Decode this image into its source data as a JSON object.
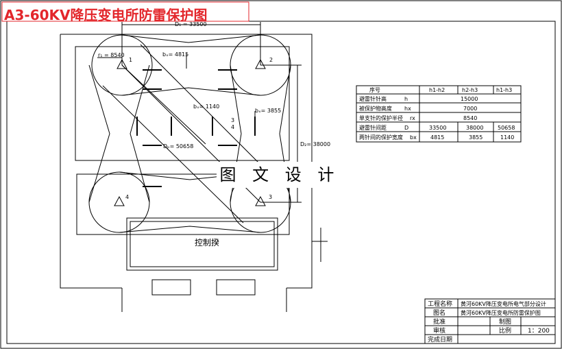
{
  "title": "A3-60KV降压变电所防雷保护图",
  "watermark": "图 文 设 计",
  "plan": {
    "dim_top": "D₁ = 33500",
    "dim_right": "D₂= 38000",
    "r1": "r₁ = 8540",
    "bx12": "bₓ= 4815",
    "bx14": "bₓ= 1140",
    "bx23": "bₓ= 3855",
    "d_diag": "Dₚ= 50658",
    "center_label_a": "3",
    "center_label_b": "4",
    "rod_labels": [
      "1",
      "2",
      "3",
      "4"
    ],
    "building": "控制揆"
  },
  "param_table": {
    "headers": [
      "序号",
      "h1-h2",
      "h2-h3",
      "h1-h3"
    ],
    "rows": [
      {
        "label": "避雷针针高",
        "unit": "h",
        "values": [
          "15000"
        ]
      },
      {
        "label": "被保护物高度",
        "unit": "hx",
        "values": [
          "7000"
        ]
      },
      {
        "label": "单支针的保护半径",
        "unit": "rx",
        "values": [
          "8540"
        ]
      },
      {
        "label": "避雷针间距",
        "unit": "D",
        "values": [
          "33500",
          "38000",
          "50658"
        ]
      },
      {
        "label": "两针间的保护宽度",
        "unit": "bx",
        "values": [
          "4815",
          "3855",
          "1140"
        ]
      }
    ]
  },
  "title_block": {
    "project_label": "工程名称",
    "project_value": "黄河60KV降压变电所电气部分设计",
    "drawing_label": "图名",
    "drawing_value": "黄河60KV降压变电所防雷保护图",
    "approve_label": "批准",
    "draw_label": "制图",
    "review_label": "审核",
    "scale_label": "比例",
    "scale_value": "1：200",
    "date_label": "完成日期"
  }
}
